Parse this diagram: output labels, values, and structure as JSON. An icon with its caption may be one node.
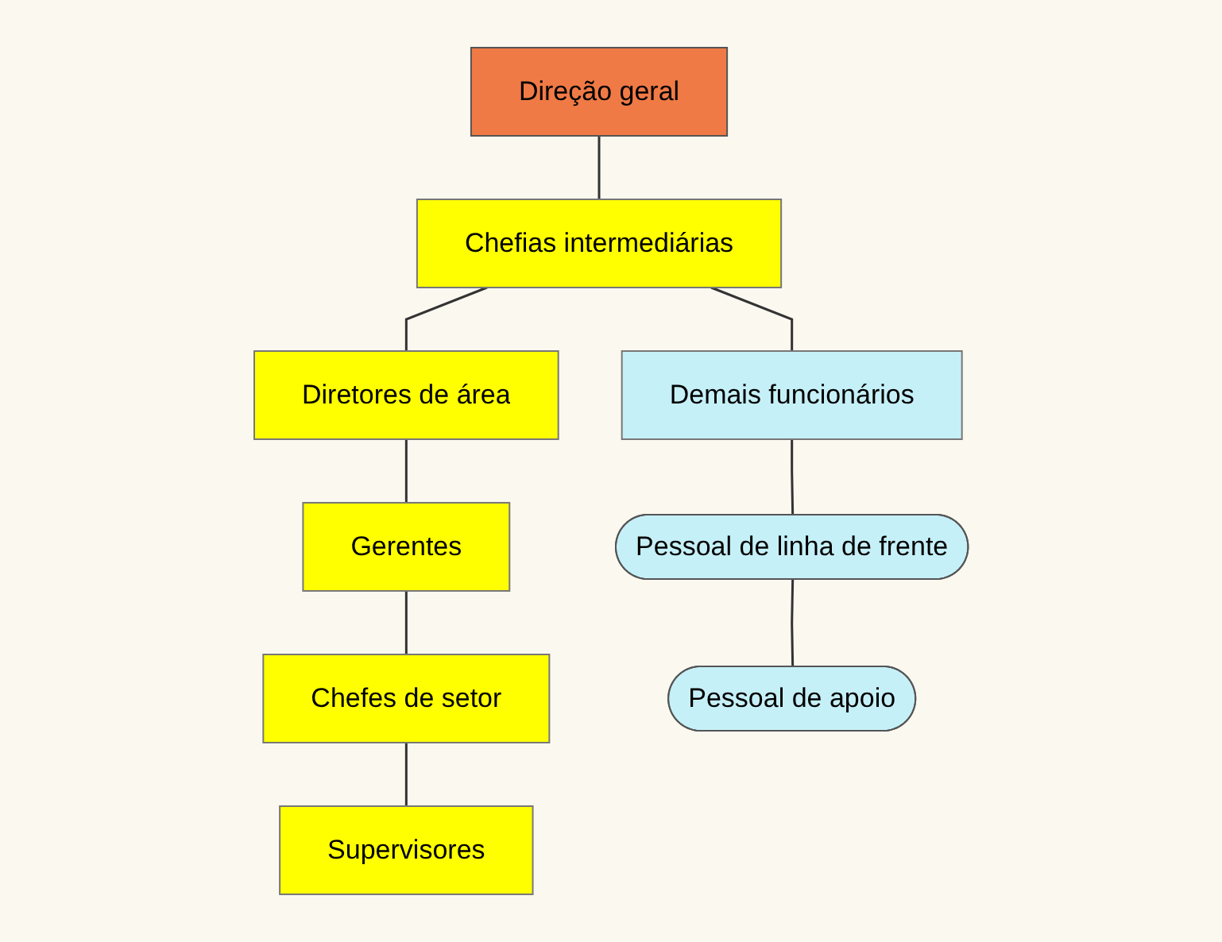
{
  "diagram": {
    "nodes": [
      {
        "text": [
          "Direção geral"
        ]
      },
      {
        "text": [
          "Chefias intermediárias"
        ]
      },
      {
        "text": [
          "Demais funcionários"
        ]
      },
      {
        "text": [
          "Diretores de área"
        ]
      },
      {
        "text": [
          "Gerentes"
        ]
      },
      {
        "text": [
          "Chefes de setor"
        ]
      },
      {
        "text": [
          "Supervisores"
        ]
      },
      {
        "text": [
          "Pessoal de linha de frente"
        ]
      },
      {
        "text": [
          "Pessoal de apoio"
        ]
      }
    ],
    "edges": [
      {
        "from": 0,
        "to": 1,
        "arrow": "none"
      },
      {
        "from": 1,
        "to": 2,
        "arrow": "none"
      },
      {
        "from": 1,
        "to": 3,
        "arrow": "none"
      },
      {
        "from": 3,
        "to": 4,
        "arrow": "none"
      },
      {
        "from": 4,
        "to": 5,
        "arrow": "none"
      },
      {
        "from": 5,
        "to": 6,
        "arrow": "none"
      },
      {
        "from": 2,
        "to": 7,
        "arrow": "none"
      },
      {
        "from": 7,
        "to": 8,
        "arrow": "none"
      }
    ]
  }
}
